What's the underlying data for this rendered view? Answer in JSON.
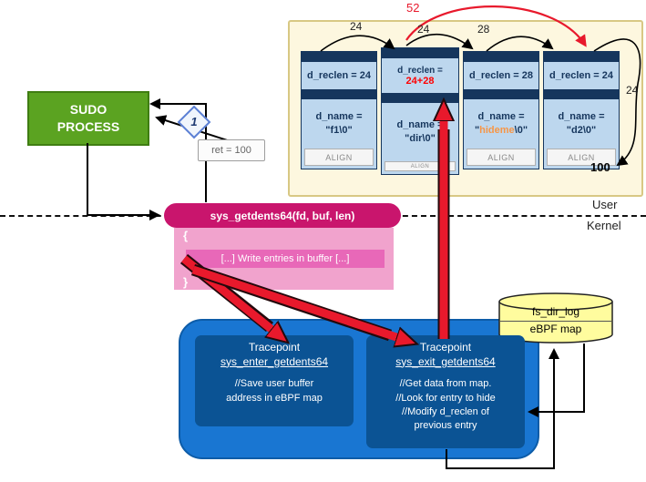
{
  "process_box": "SUDO\nPROCESS",
  "step_marker": "1",
  "ret_box": "ret = 100",
  "syscall_pill": "sys_getdents64(fd, buf, len)",
  "kernel_code": {
    "open_brace": "{",
    "highlighted_line": "[...] Write entries in buffer [...]",
    "close_brace": "}"
  },
  "boundary": {
    "user": "User",
    "kernel": "Kernel"
  },
  "dirent_buffer": {
    "arcs": {
      "gap1": "24",
      "gap2": "24",
      "gap3": "28",
      "skip": "52",
      "wrap": "24",
      "total": "100"
    },
    "entries": [
      {
        "reclen": "d_reclen = 24",
        "name_label": "d_name =",
        "name_value": "\"f1\\0\"",
        "align": "ALIGN"
      },
      {
        "reclen_label": "d_reclen =",
        "reclen_value": "24+28",
        "name_label": "d_name =",
        "name_value": "\"dir\\0\"",
        "align": "ALIGN"
      },
      {
        "reclen": "d_reclen = 28",
        "name_label": "d_name =",
        "name_open": "\"",
        "name_hidden": "hideme",
        "name_close": "\\0\"",
        "align": "ALIGN"
      },
      {
        "reclen": "d_reclen = 24",
        "name_label": "d_name =",
        "name_value": "\"d2\\0\"",
        "align": "ALIGN"
      }
    ]
  },
  "tracepoints": {
    "enter": {
      "kind": "Tracepoint",
      "name": "sys_enter_getdents64",
      "body": "//Save user buffer\naddress in eBPF map"
    },
    "exit": {
      "kind": "Tracepoint",
      "name": "sys_exit_getdents64",
      "body": "//Get data from map.\n//Look for entry to hide\n//Modify d_reclen of\nprevious entry"
    }
  },
  "ebpf_map": {
    "name": "fs_dir_log",
    "type": "eBPF map"
  },
  "colors": {
    "process_green": "#5ba321",
    "syscall_pink": "#c9156d",
    "code_pink": "#f1a3cd",
    "container_blue": "#1976d2",
    "tracepoint_blue": "#0b5394",
    "entry_lightblue": "#bdd7ee",
    "entry_navy": "#16365d",
    "panel_yellow": "#fdf7df",
    "map_yellow": "#fffc9e",
    "arrow_red": "#e8192c",
    "hidden_orange": "#f79646",
    "modified_red": "#ff0000"
  }
}
